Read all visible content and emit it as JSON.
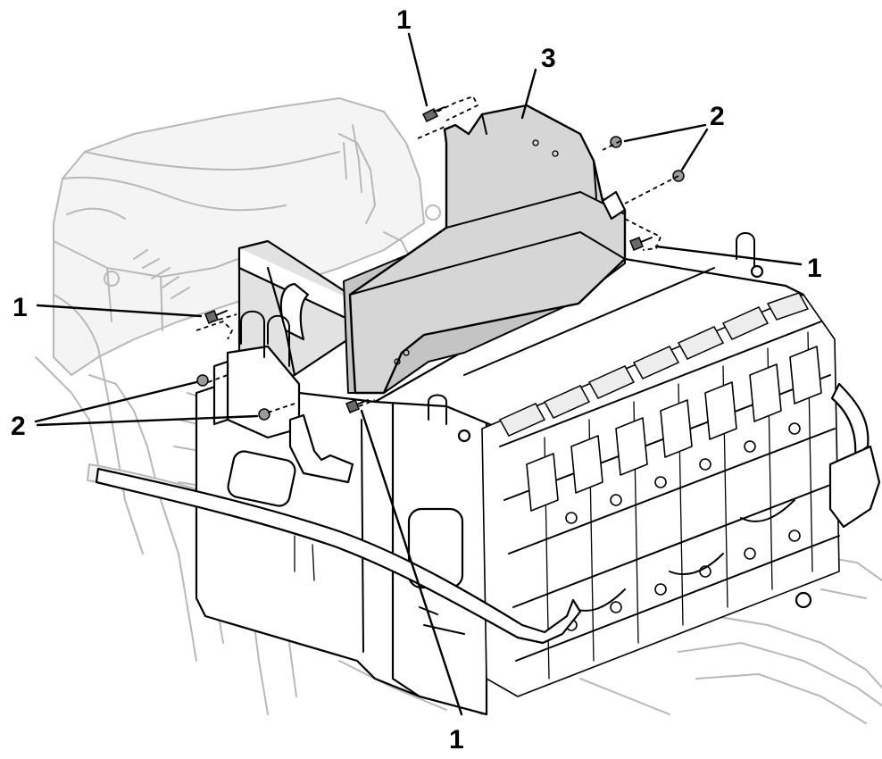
{
  "figure": {
    "callouts": [
      {
        "id": "c1-top",
        "label": "1"
      },
      {
        "id": "c1-right",
        "label": "1"
      },
      {
        "id": "c1-left",
        "label": "1"
      },
      {
        "id": "c1-bottom",
        "label": "1"
      },
      {
        "id": "c2-right",
        "label": "2"
      },
      {
        "id": "c2-left",
        "label": "2"
      },
      {
        "id": "c3",
        "label": "3"
      }
    ]
  }
}
